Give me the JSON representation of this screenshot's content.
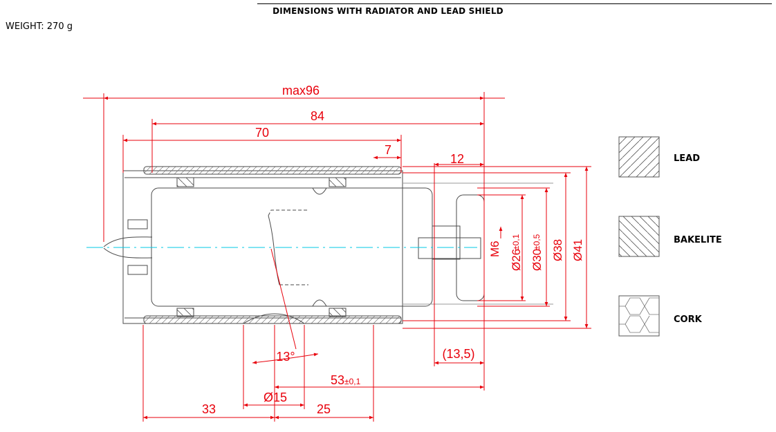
{
  "header": {
    "title": "DIMENSIONS WITH RADIATOR AND LEAD SHIELD",
    "weight": "WEIGHT: 270 g"
  },
  "dimensions": {
    "overall_max": "max96",
    "length_84": "84",
    "length_70": "70",
    "length_7": "7",
    "length_12": "12",
    "thread": "M6",
    "dia_26": "Ø26",
    "dia_26_tol": "±0,1",
    "dia_30": "Ø30",
    "dia_30_tol": "±0,5",
    "dia_38": "Ø38",
    "dia_41": "Ø41",
    "angle": "13°",
    "offset_13_5": "(13,5)",
    "length_53": "53",
    "length_53_tol": "±0,1",
    "dia_15": "Ø15",
    "length_33": "33",
    "length_25": "25"
  },
  "legend": {
    "lead": "LEAD",
    "bakelite": "BAKELITE",
    "cork": "CORK"
  },
  "colors": {
    "dimension": "#e8000b",
    "outline": "#4a4a4a",
    "centerline": "#00c8e6"
  }
}
